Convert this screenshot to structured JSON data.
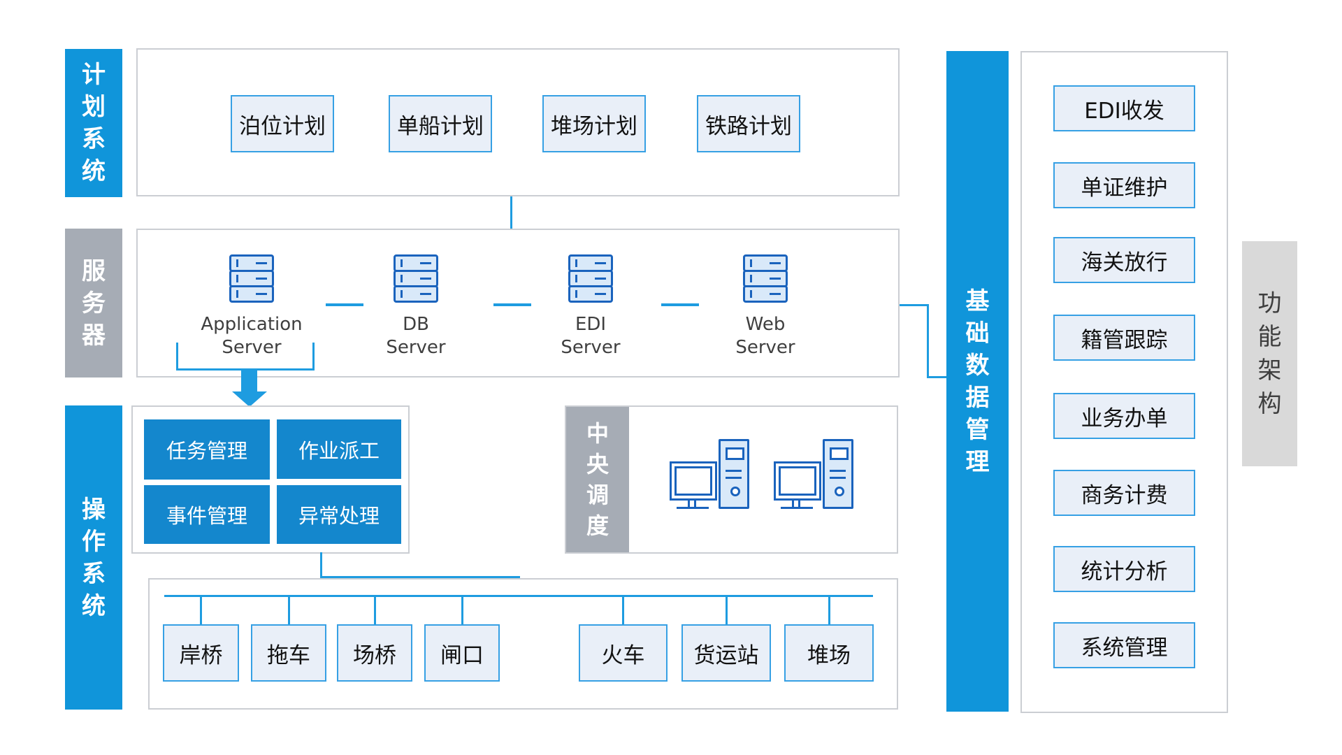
{
  "colors": {
    "accent_blue": "#1095da",
    "button_blue": "#1487cd",
    "connector_blue": "#1e9ce0",
    "box_border_blue": "#36a0e4",
    "box_fill_light": "#e9eff8",
    "bar_gray": "#a6acb5",
    "bar_light_gray": "#d9d9d9",
    "icon_stroke_blue": "#1a63bd",
    "icon_fill_blue": "#d9e9f9"
  },
  "left_bars": {
    "planning": "计划系统",
    "server": "服务器",
    "operation": "操作系统"
  },
  "planning": {
    "items": [
      "泊位计划",
      "单船计划",
      "堆场计划",
      "铁路计划"
    ]
  },
  "servers": {
    "items": [
      {
        "line1": "Application",
        "line2": "Server"
      },
      {
        "line1": "DB",
        "line2": "Server"
      },
      {
        "line1": "EDI",
        "line2": "Server"
      },
      {
        "line1": "Web",
        "line2": "Server"
      }
    ]
  },
  "operations": {
    "buttons": [
      "任务管理",
      "作业派工",
      "事件管理",
      "异常处理"
    ]
  },
  "central": {
    "label": "中央调度"
  },
  "terminals": {
    "items": [
      "岸桥",
      "拖车",
      "场桥",
      "闸口",
      "火车",
      "货运站",
      "堆场"
    ]
  },
  "right_bar": {
    "label": "基础数据管理"
  },
  "functions": {
    "items": [
      "EDI收发",
      "单证维护",
      "海关放行",
      "籍管跟踪",
      "业务办单",
      "商务计费",
      "统计分析",
      "系统管理"
    ]
  },
  "corner": {
    "label": "功能架构"
  }
}
